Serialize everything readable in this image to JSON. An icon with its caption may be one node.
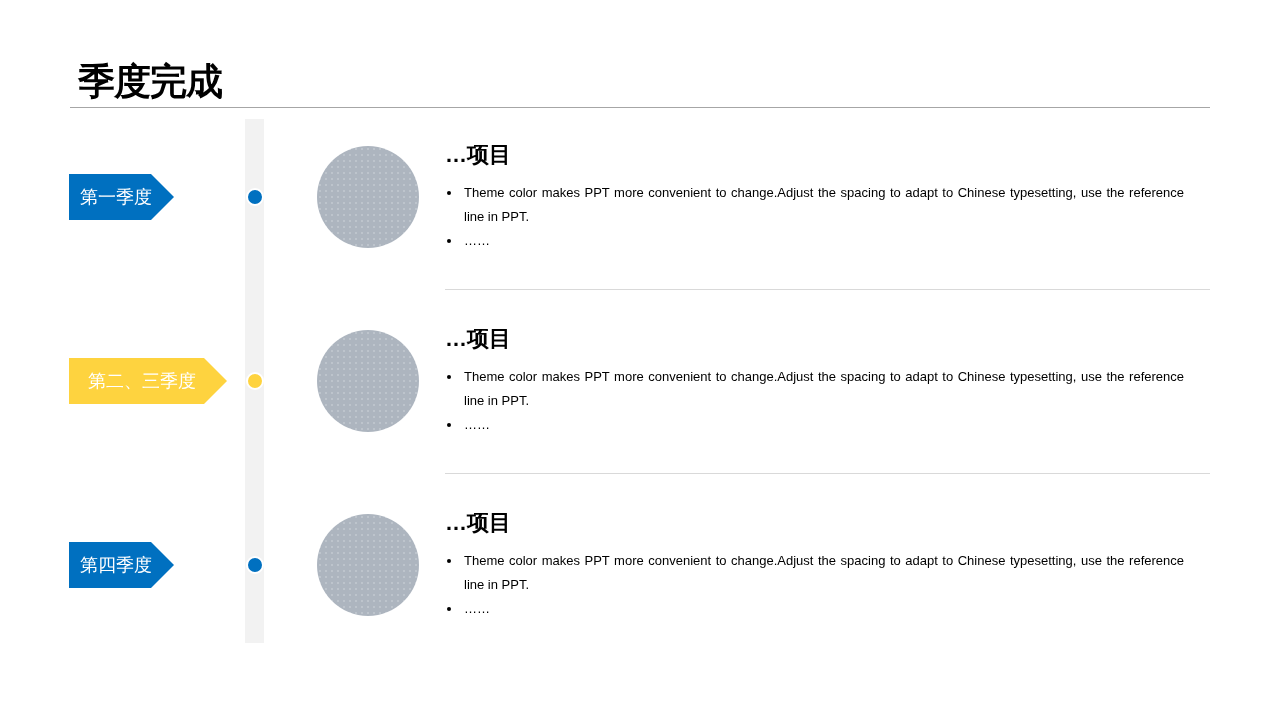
{
  "diagram": {
    "title": "季度完成",
    "nodes": [
      {
        "text": [
          "第一季度"
        ]
      },
      {
        "text": [],
        "shape": "circle",
        "beside": [
          "…项目",
          "Theme color makes PPT more convenient to change.Adjust the spacing to adapt to Chinese typesetting, use the reference line in PPT.",
          "……"
        ]
      },
      {
        "text": [
          "第二、三季度"
        ]
      },
      {
        "text": [],
        "shape": "circle",
        "beside": [
          "…项目",
          "Theme color makes PPT more convenient to change.Adjust the spacing to adapt to Chinese typesetting, use the reference line in PPT.",
          "……"
        ]
      },
      {
        "text": [
          "第四季度"
        ]
      },
      {
        "text": [],
        "shape": "circle",
        "beside": [
          "…项目",
          "Theme color makes PPT more convenient to change.Adjust the spacing to adapt to Chinese typesetting, use the reference line in PPT.",
          "……"
        ]
      }
    ]
  }
}
